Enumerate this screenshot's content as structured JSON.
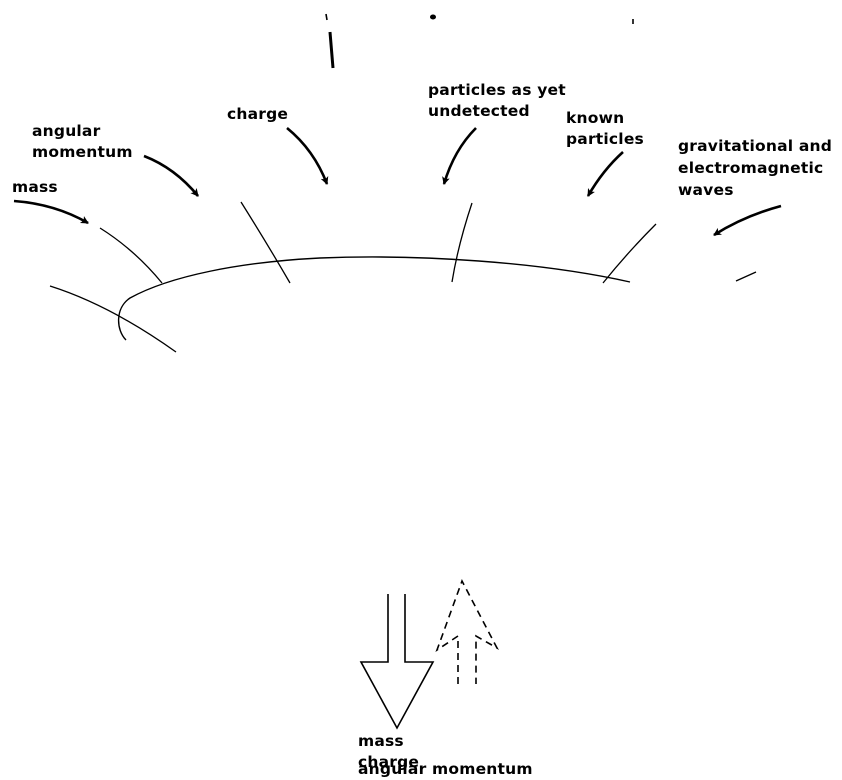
{
  "inputs": {
    "mass": "mass",
    "angular_momentum": [
      "angular",
      "momentum"
    ],
    "charge": "charge",
    "particles_undetected": [
      "particles as yet",
      "undetected"
    ],
    "known_particles": [
      "known",
      "particles"
    ],
    "waves": [
      "gravitational and",
      "electromagnetic",
      "waves"
    ]
  },
  "outputs": [
    "mass",
    "charge",
    "angular momentum"
  ]
}
